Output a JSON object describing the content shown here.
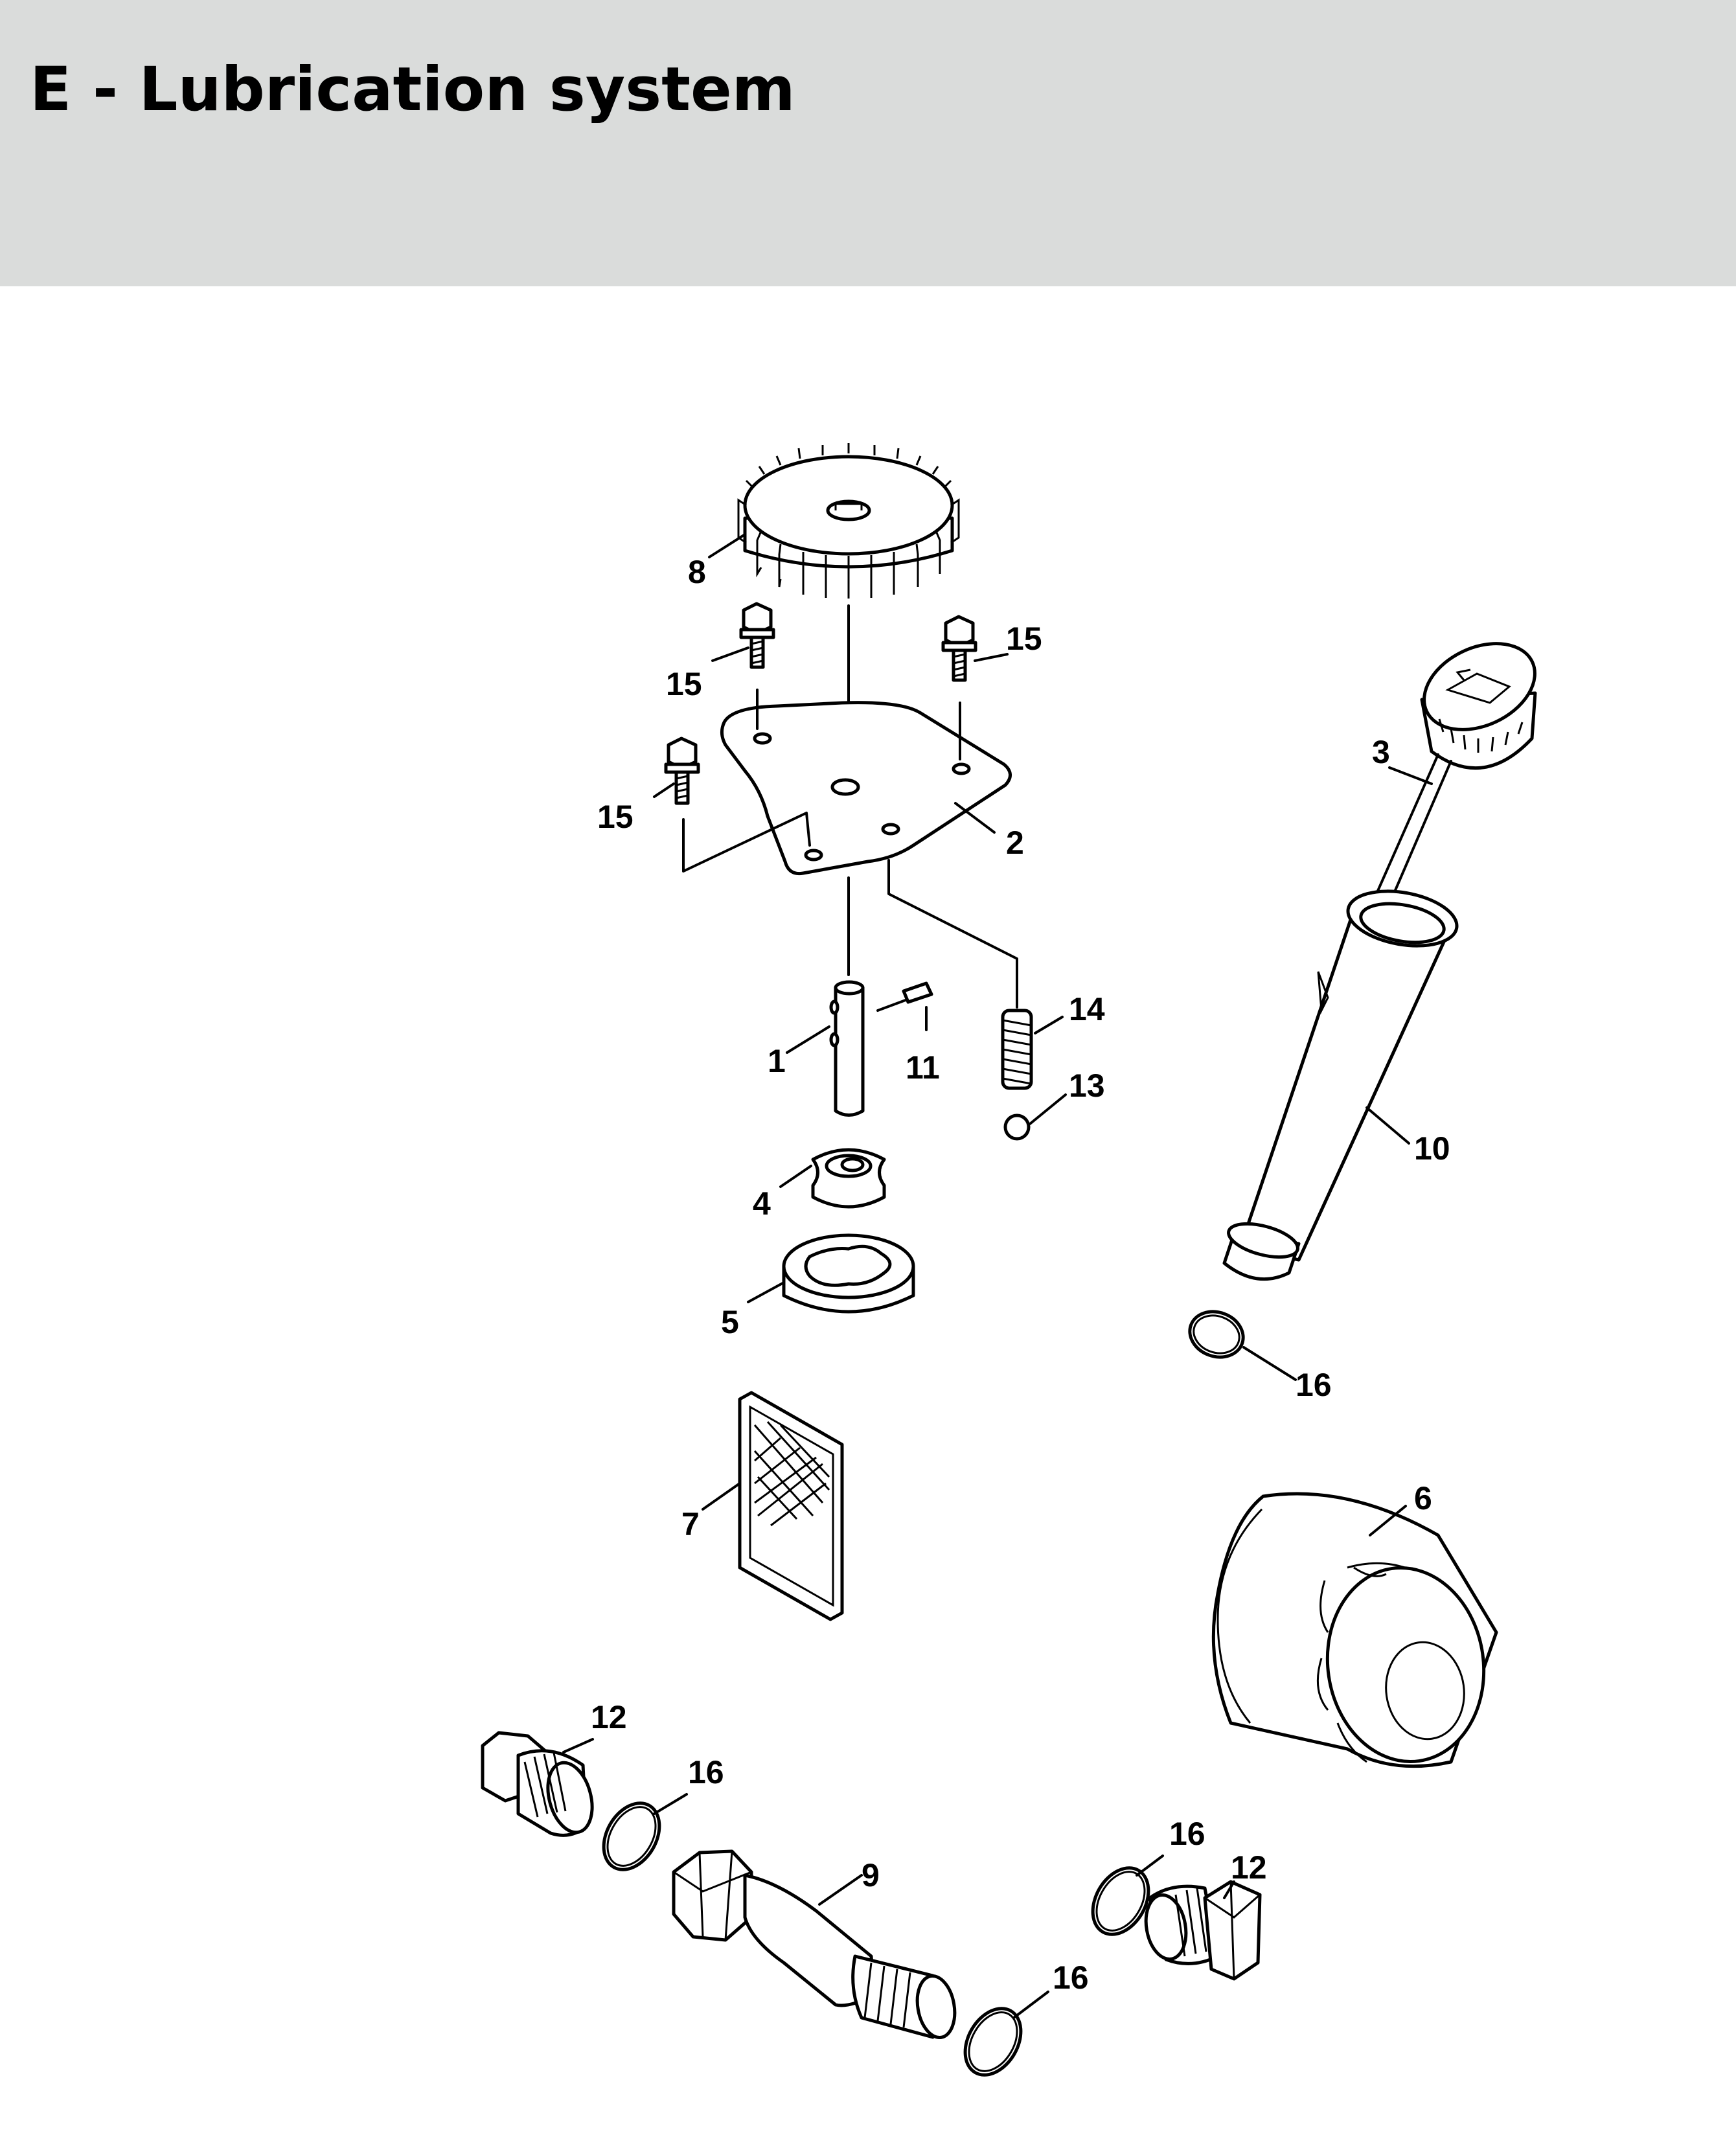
{
  "header": {
    "title": "E - Lubrication system",
    "background": "#dadcdb"
  },
  "diagram": {
    "callouts": {
      "c8": "8",
      "c15a": "15",
      "c15b": "15",
      "c15c": "15",
      "c2": "2",
      "c3": "3",
      "c1": "1",
      "c11": "11",
      "c14": "14",
      "c13": "13",
      "c10": "10",
      "c4": "4",
      "c5": "5",
      "c16a": "16",
      "c7": "7",
      "c6": "6",
      "c12a": "12",
      "c16b": "16",
      "c9": "9",
      "c16c": "16",
      "c12b": "12",
      "c16d": "16"
    }
  }
}
